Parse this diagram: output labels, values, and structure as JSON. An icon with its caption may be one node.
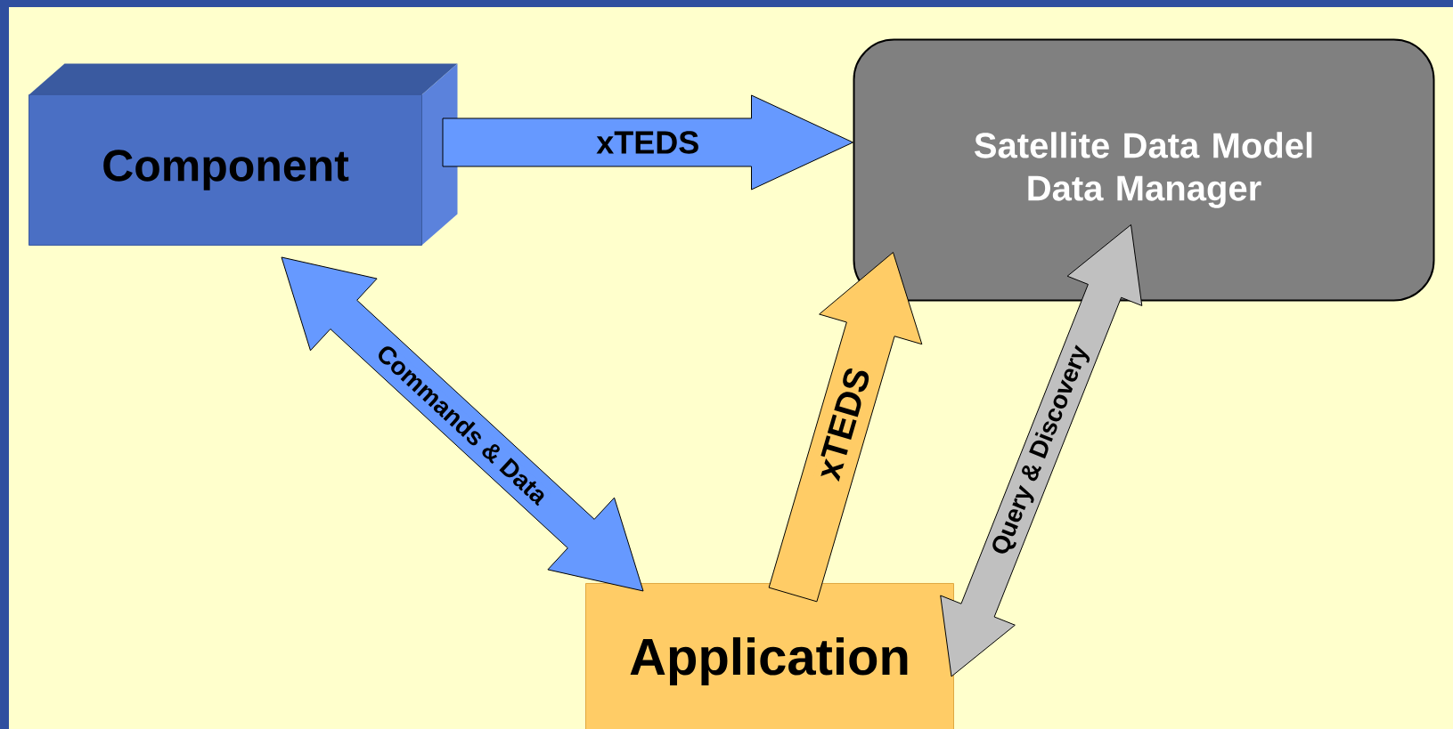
{
  "diagram": {
    "nodes": [
      {
        "text": [
          "Component"
        ]
      },
      {
        "text": [
          "Satellite Data Model Data Manager"
        ]
      },
      {
        "text": [
          "Application"
        ]
      }
    ],
    "edges": [
      {
        "from": 0,
        "to": 1,
        "arrow": "to",
        "label": "xTEDS",
        "color": "#6699ff"
      },
      {
        "from": 0,
        "to": 2,
        "arrow": "both",
        "label": "Commands & Data",
        "color": "#6699ff"
      },
      {
        "from": 2,
        "to": 1,
        "arrow": "to",
        "label": "xTEDS",
        "color": "#ffcc66"
      },
      {
        "from": 2,
        "to": 1,
        "arrow": "both",
        "label": "Query & Discovery",
        "color": "#c0c0c0"
      }
    ]
  }
}
